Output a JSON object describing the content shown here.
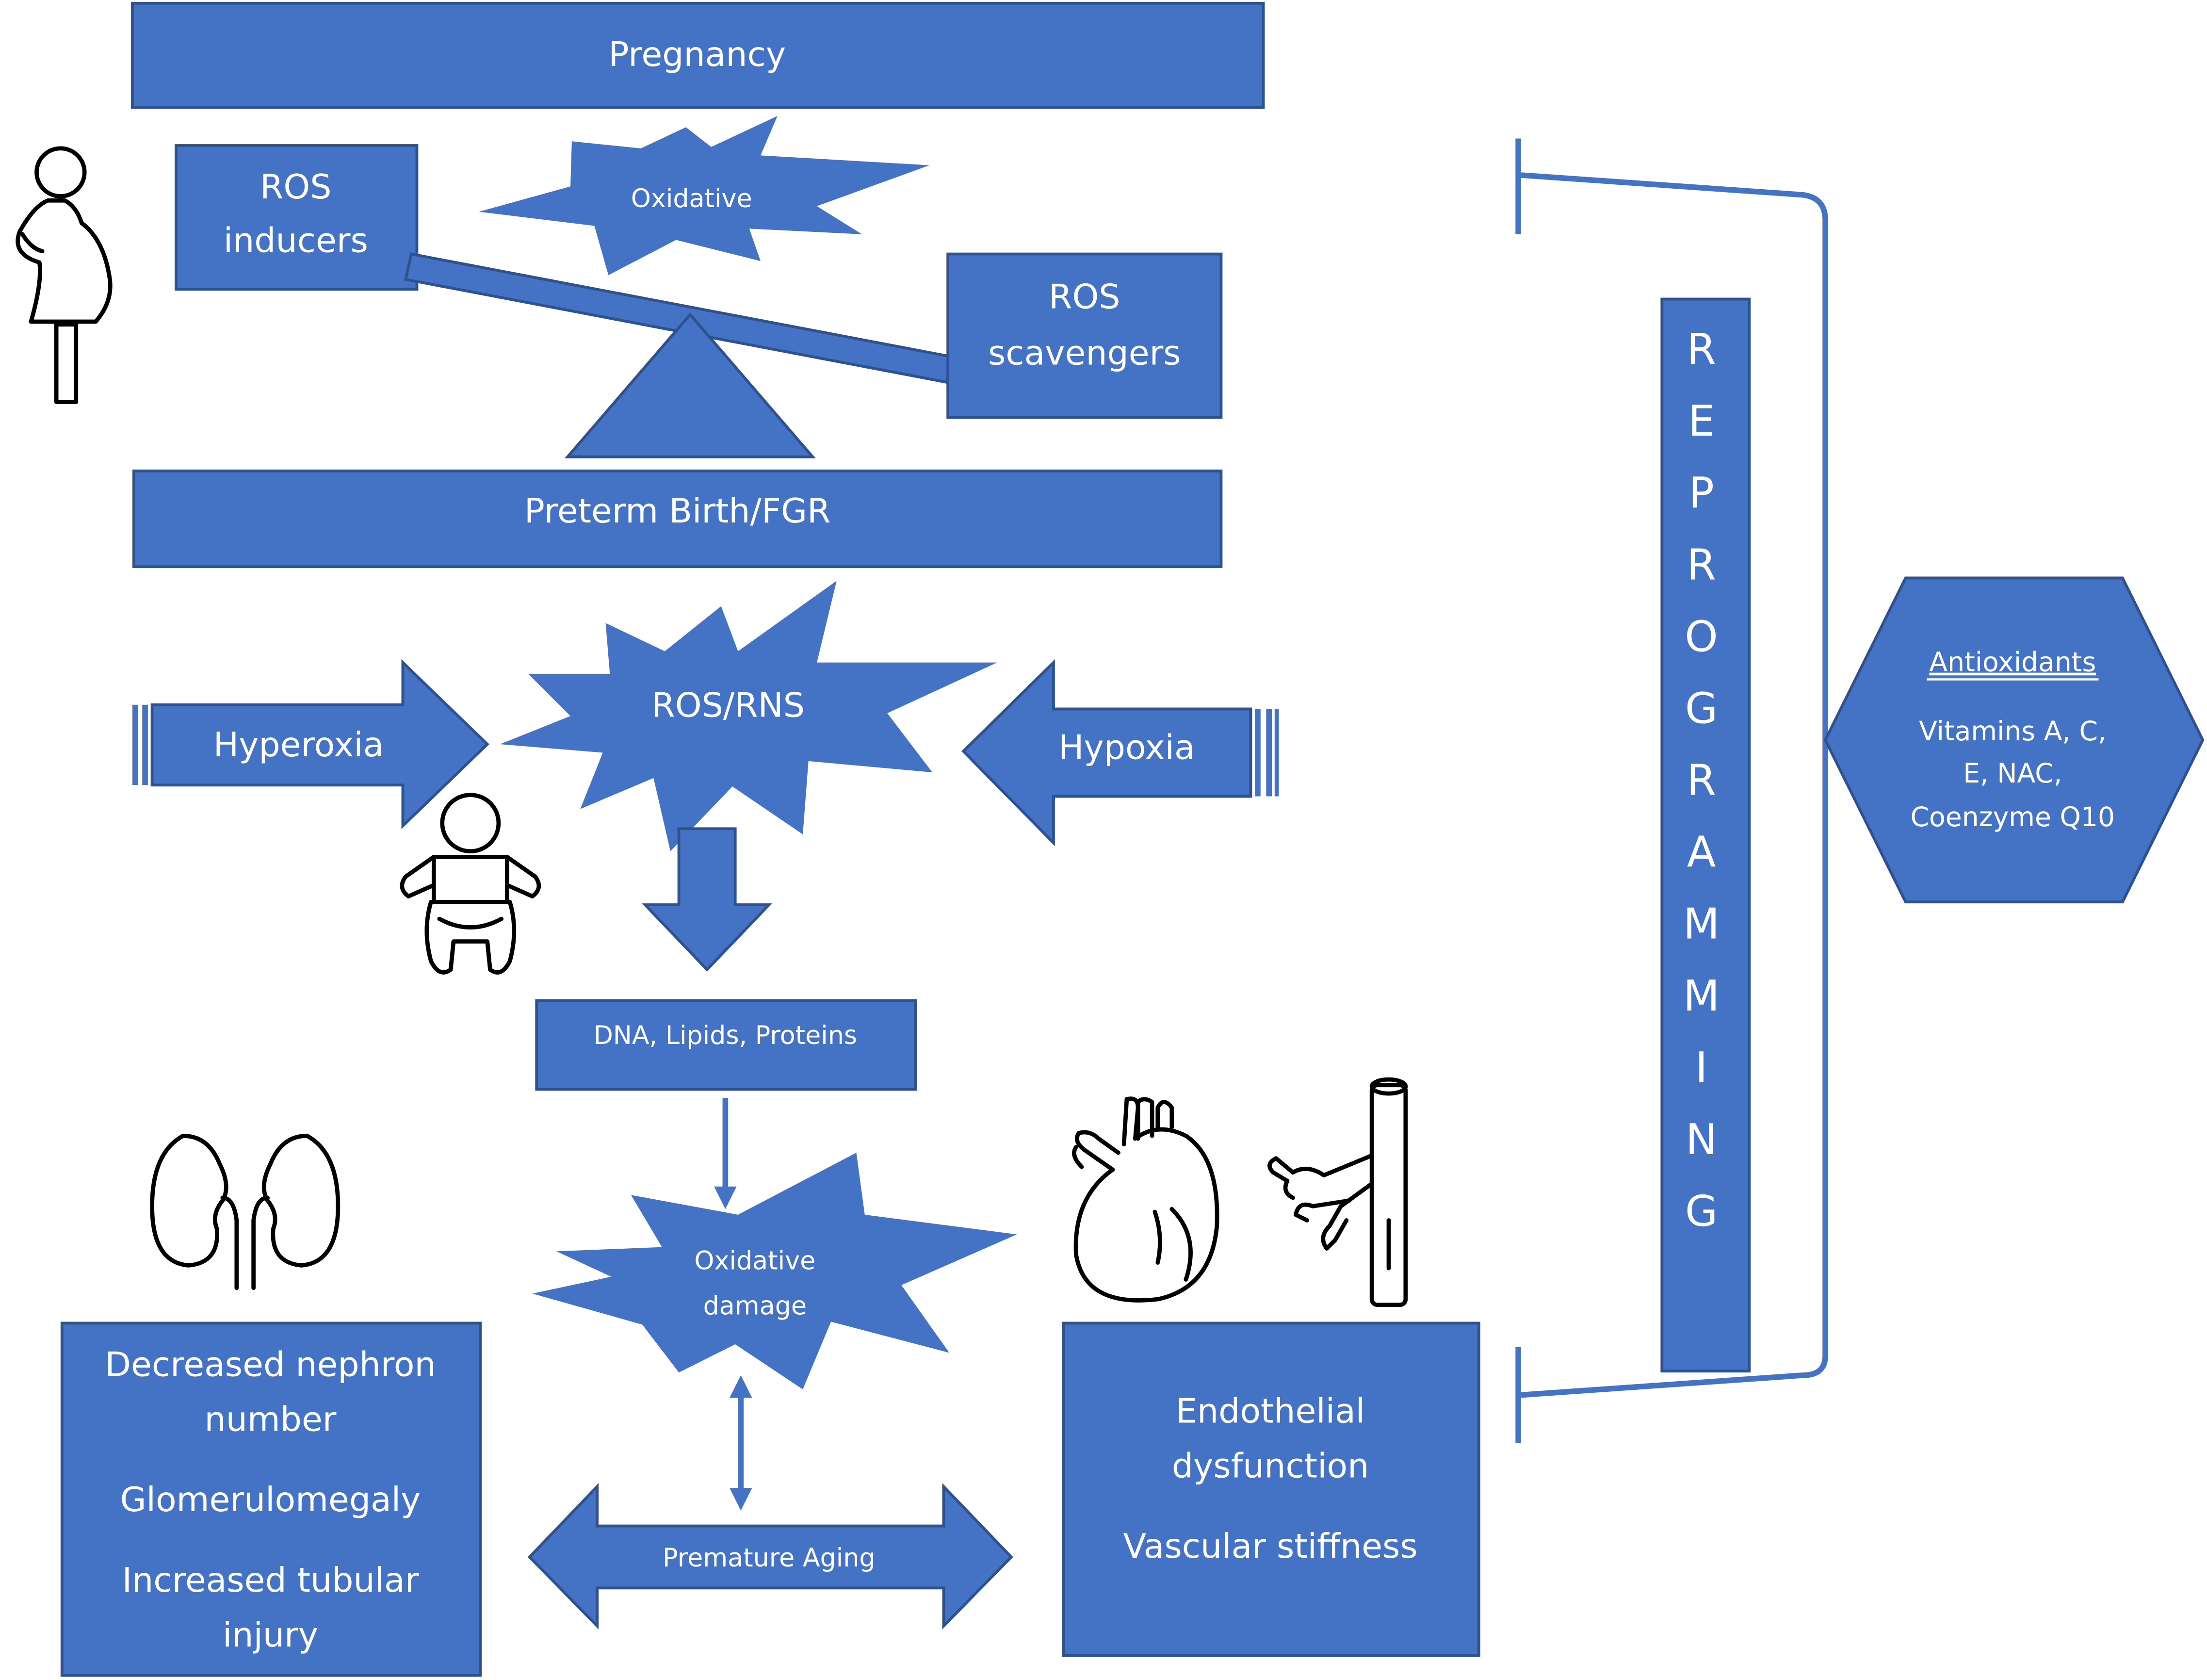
{
  "colors": {
    "box": "#4472C4",
    "box_edge": "#2F528F",
    "text": "#FFFFFF",
    "icon": "#000000",
    "background": "#FFFFFF"
  },
  "pregnancy": "Pregnancy",
  "ros_inducers": [
    "ROS",
    "inducers"
  ],
  "oxidative": "Oxidative",
  "ros_scavengers": [
    "ROS",
    "scavengers"
  ],
  "preterm": "Preterm Birth/FGR",
  "hyperoxia": "Hyperoxia",
  "ros_rns": "ROS/RNS",
  "hypoxia": "Hypoxia",
  "dna": "DNA, Lipids, Proteins",
  "oxidative_damage": [
    "Oxidative",
    "damage"
  ],
  "premature_aging": "Premature Aging",
  "kidney_box": [
    "Decreased nephron",
    "number",
    "Glomerulomegaly",
    "Increased tubular",
    "injury"
  ],
  "vascular_box": [
    "Endothelial",
    "dysfunction",
    "Vascular stiffness"
  ],
  "reprogramming": [
    "R",
    "E",
    "P",
    "R",
    "O",
    "G",
    "R",
    "A",
    "M",
    "M",
    "I",
    "N",
    "G"
  ],
  "antioxidants": {
    "title": "Antioxidants",
    "lines": [
      "Vitamins A, C,",
      "E, NAC,",
      "Coenzyme Q10"
    ]
  },
  "icons": [
    "pregnant-woman-icon",
    "baby-icon",
    "kidneys-icon",
    "heart-icon",
    "blood-vessel-icon"
  ]
}
